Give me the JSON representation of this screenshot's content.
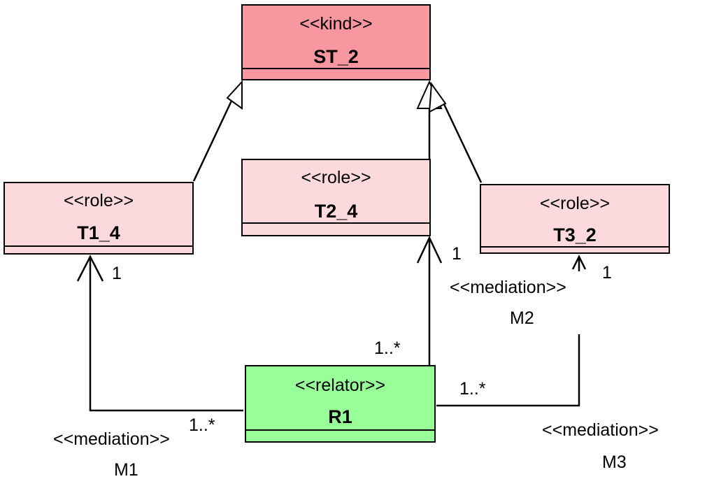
{
  "colors": {
    "kind_fill": "#f8979f",
    "role_fill": "#fcd9dc",
    "relator_fill": "#98ff98",
    "line": "#000000"
  },
  "classes": {
    "st2": {
      "stereotype": "<<kind>>",
      "name": "ST_2"
    },
    "t1_4": {
      "stereotype": "<<role>>",
      "name": "T1_4"
    },
    "t2_4": {
      "stereotype": "<<role>>",
      "name": "T2_4"
    },
    "t3_2": {
      "stereotype": "<<role>>",
      "name": "T3_2"
    },
    "r1": {
      "stereotype": "<<relator>>",
      "name": "R1"
    }
  },
  "associations": {
    "m1": {
      "stereotype": "<<mediation>>",
      "name": "M1",
      "target_multiplicity": "1",
      "source_multiplicity": "1..*"
    },
    "m2": {
      "stereotype": "<<mediation>>",
      "name": "M2",
      "target_multiplicity": "1",
      "source_multiplicity": "1..*"
    },
    "m3": {
      "stereotype": "<<mediation>>",
      "name": "M3",
      "target_multiplicity": "1",
      "source_multiplicity": "1..*"
    }
  }
}
